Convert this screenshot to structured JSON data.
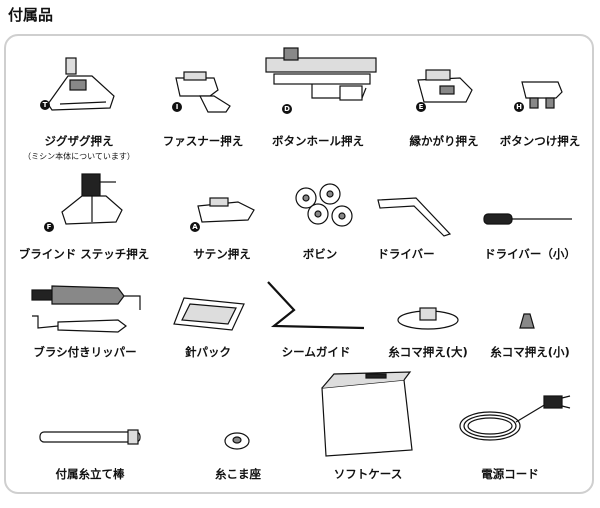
{
  "page": {
    "title": "付属品"
  },
  "items": [
    {
      "key": "zigzag",
      "label": "ジグザグ押え",
      "sub": "（ミシン本体についています）",
      "badge": "T"
    },
    {
      "key": "zipper",
      "label": "ファスナー押え",
      "badge": "I"
    },
    {
      "key": "buttonhole",
      "label": "ボタンホール押え",
      "badge": "D"
    },
    {
      "key": "overcast",
      "label": "縁かがり押え",
      "badge": "E"
    },
    {
      "key": "button",
      "label": "ボタンつけ押え",
      "badge": "H"
    },
    {
      "key": "blind",
      "label": "ブラインド ステッチ押え",
      "badge": "F"
    },
    {
      "key": "satin",
      "label": "サテン押え",
      "badge": "A"
    },
    {
      "key": "bobbin",
      "label": "ボビン"
    },
    {
      "key": "driver",
      "label": "ドライバー"
    },
    {
      "key": "driver_small",
      "label": "ドライバー（小）"
    },
    {
      "key": "brush",
      "label": "ブラシ付きリッパー"
    },
    {
      "key": "needles",
      "label": "針パック"
    },
    {
      "key": "seam_guide",
      "label": "シームガイド"
    },
    {
      "key": "spool_cap_l",
      "label": "糸コマ押え(大)"
    },
    {
      "key": "spool_cap_s",
      "label": "糸コマ押え(小)"
    },
    {
      "key": "spool_pin",
      "label": "付属糸立て棒"
    },
    {
      "key": "felt",
      "label": "糸こま座"
    },
    {
      "key": "soft_case",
      "label": "ソフトケース"
    },
    {
      "key": "power_cord",
      "label": "電源コード"
    }
  ]
}
